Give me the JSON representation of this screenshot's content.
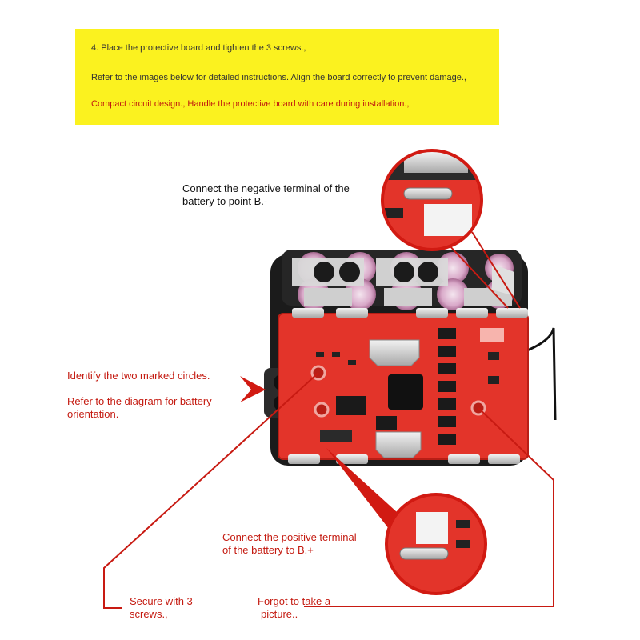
{
  "banner": {
    "line1": "4. Place the protective board and tighten the 3 screws.,",
    "line2": "Refer to the images below for detailed instructions. Align the board correctly to prevent damage.,",
    "line3": "Compact circuit design., Handle the protective board with care during installation.,"
  },
  "annotations": {
    "negative_terminal": [
      "Connect the negative terminal of the",
      "battery to point B.-"
    ],
    "marked_circles": "Identify the two marked circles.",
    "orientation": [
      "Refer to the diagram for battery",
      "orientation."
    ],
    "positive_terminal": [
      "Connect the positive terminal",
      "of the battery to B.+"
    ],
    "screws": [
      "Secure with 3",
      "screws.,"
    ],
    "forgot": [
      "Forgot to take a",
      "picture.."
    ]
  },
  "colors": {
    "banner_bg": "#fbf21f",
    "accent_red": "#c41a10",
    "pcb_red": "#e3342a",
    "battery_black": "#1b1b1b",
    "nickel_strip": "#d9d9d9"
  }
}
